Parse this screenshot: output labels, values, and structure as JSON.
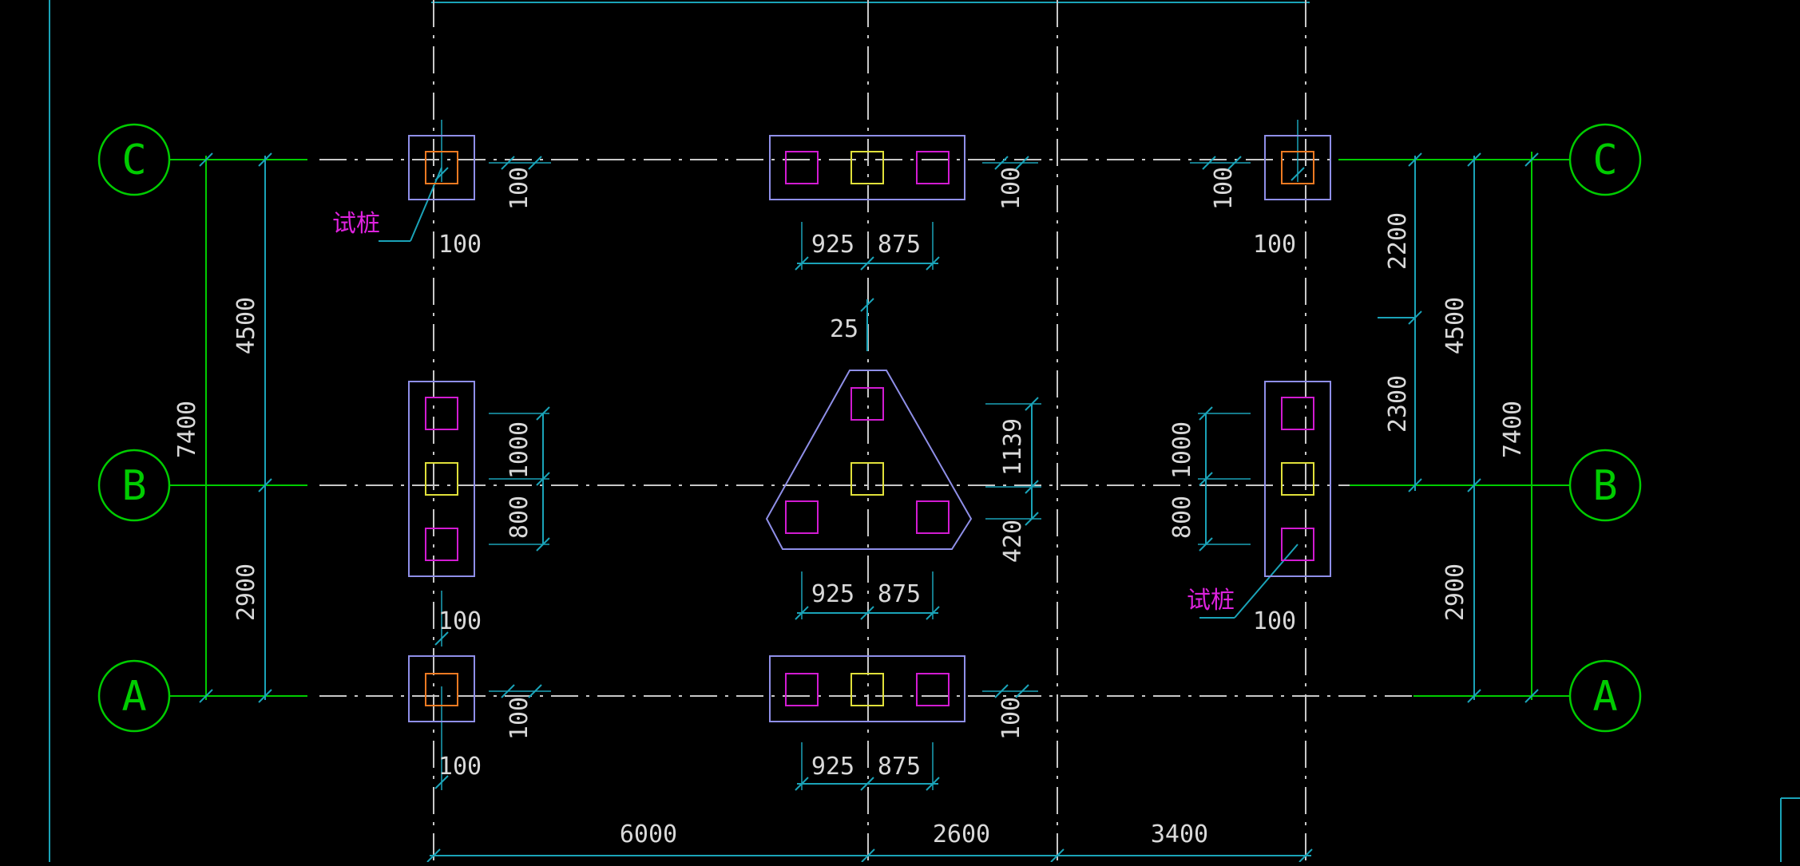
{
  "colors": {
    "background": "#000000",
    "grid_axis": "#00cc00",
    "dim_line": "#1aa3b8",
    "dim_text": "#d9d9d9",
    "cap_outline": "#8f8fe8",
    "pile": "#d21bd2",
    "center_pile": "#e0e03a",
    "test_pile_inner": "#ee7a22",
    "label_magenta": "#dd22dd",
    "center_line": "#c8c8c8"
  },
  "axes": {
    "C": "C",
    "B": "B",
    "A": "A"
  },
  "horizontal_dims": {
    "bottom_1": "6000",
    "bottom_2": "2600",
    "bottom_3": "3400"
  },
  "left_dims": {
    "total": "7400",
    "upper": "4500",
    "lower": "2900"
  },
  "right_dims": {
    "seg_top": "2200",
    "seg_mid": "2300",
    "upper": "4500",
    "lower": "2900",
    "total": "7400"
  },
  "pile_dims": {
    "d100": "100",
    "d925": "925",
    "d875": "875",
    "d25": "25",
    "d1000": "1000",
    "d800": "800",
    "d1139": "1139",
    "d420": "420"
  },
  "labels": {
    "test_pile": "试桩"
  }
}
